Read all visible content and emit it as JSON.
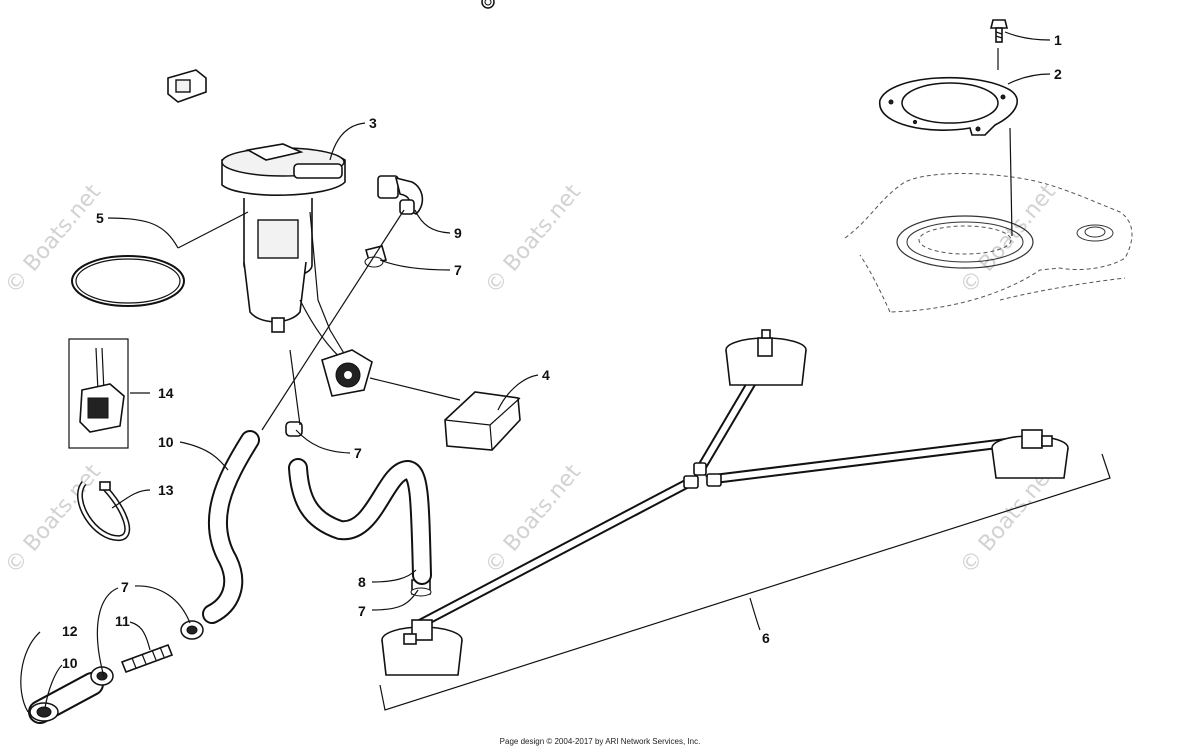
{
  "watermark": "© Boats.net",
  "footer": "Page design © 2004-2017 by ARI Network Services, Inc.",
  "callouts": {
    "c1": "1",
    "c2": "2",
    "c3": "3",
    "c4": "4",
    "c5": "5",
    "c6": "6",
    "c7a": "7",
    "c7b": "7",
    "c7c": "7",
    "c7d": "7",
    "c8": "8",
    "c9": "9",
    "c10a": "10",
    "c10b": "10",
    "c11": "11",
    "c12": "12",
    "c13": "13",
    "c14": "14"
  }
}
